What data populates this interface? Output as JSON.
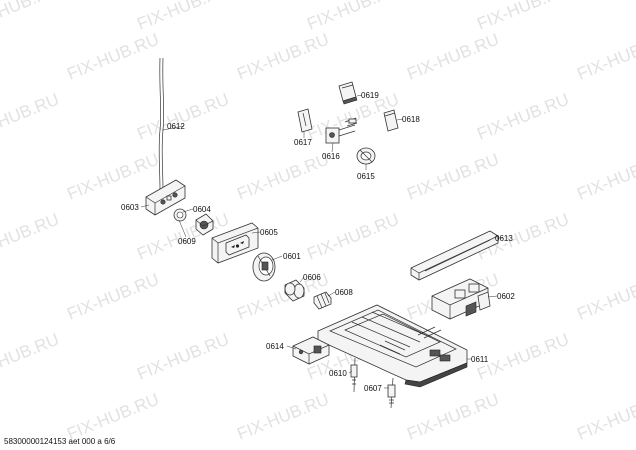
{
  "watermark": {
    "text": "FIX-HUB.RU"
  },
  "parts": [
    {
      "id": "p0612",
      "label": "0612"
    },
    {
      "id": "p0603",
      "label": "0603"
    },
    {
      "id": "p0604",
      "label": "0604"
    },
    {
      "id": "p0609",
      "label": "0609"
    },
    {
      "id": "p0605",
      "label": "0605"
    },
    {
      "id": "p0601",
      "label": "0601"
    },
    {
      "id": "p0606",
      "label": "0606"
    },
    {
      "id": "p0608",
      "label": "0608"
    },
    {
      "id": "p0614",
      "label": "0614"
    },
    {
      "id": "p0610",
      "label": "0610"
    },
    {
      "id": "p0607",
      "label": "0607"
    },
    {
      "id": "p0611",
      "label": "0611"
    },
    {
      "id": "p0602",
      "label": "0602"
    },
    {
      "id": "p0613",
      "label": "0613"
    },
    {
      "id": "p0619",
      "label": "0619"
    },
    {
      "id": "p0618",
      "label": "0618"
    },
    {
      "id": "p0617",
      "label": "0617"
    },
    {
      "id": "p0616",
      "label": "0616"
    },
    {
      "id": "p0615",
      "label": "0615"
    }
  ],
  "footer": {
    "text": "58300000124153 aet 000 a 6/6"
  }
}
